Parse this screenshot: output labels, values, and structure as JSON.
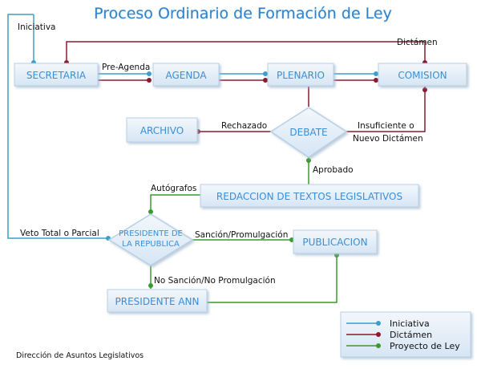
{
  "title": "Proceso Ordinario de Formación de Ley",
  "nodes": {
    "secretaria": "SECRETARIA",
    "agenda": "AGENDA",
    "plenario": "PLENARIO",
    "comision": "COMISION",
    "archivo": "ARCHIVO",
    "debate": "DEBATE",
    "redaccion": "REDACCION DE TEXTOS LEGISLATIVOS",
    "presidente_republica_1": "PRESIDENTE DE",
    "presidente_republica_2": "LA REPUBLICA",
    "publicacion": "PUBLICACION",
    "presidente_ann": "PRESIDENTE ANN"
  },
  "labels": {
    "iniciativa": "Iniciativa",
    "dictamen": "Dictámen",
    "pre_agenda": "Pre-Agenda",
    "rechazado": "Rechazado",
    "insuficiente_1": "Insuficiente o",
    "insuficiente_2": "Nuevo Dictámen",
    "aprobado": "Aprobado",
    "autografos": "Autógrafos",
    "veto": "Veto Total o Parcial",
    "sancion": "Sanción/Promulgación",
    "no_sancion": "No Sanción/No Promulgación"
  },
  "legend": {
    "iniciativa": "Iniciativa",
    "dictamen": "Dictámen",
    "proyecto": "Proyecto de Ley"
  },
  "footer": "Dirección de Asuntos Legislativos",
  "colors": {
    "iniciativa": "#3aa0c8",
    "dictamen": "#8b1a2e",
    "proyecto": "#3a9a2e",
    "box_fill": "#e4eef8",
    "box_text": "#3a8ed6",
    "title": "#2e7fc6"
  }
}
